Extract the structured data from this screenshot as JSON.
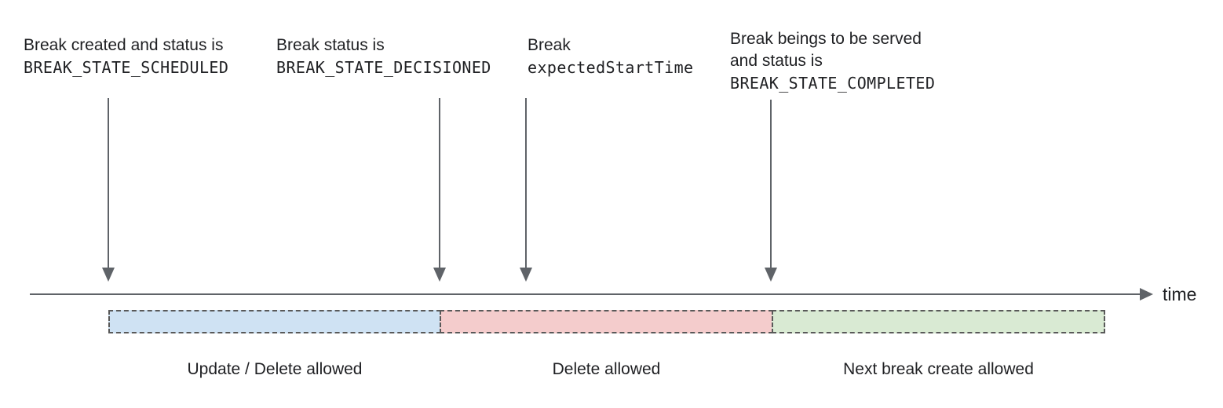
{
  "colors": {
    "background": "#ffffff",
    "text": "#202124",
    "arrow_line": "#5f6368",
    "segment_border": "#595959"
  },
  "annotations": [
    {
      "line1": "Break created and status is",
      "code": "BREAK_STATE_SCHEDULED"
    },
    {
      "line1": "Break status is",
      "code": "BREAK_STATE_DECISIONED"
    },
    {
      "line1": "Break",
      "code": "expectedStartTime"
    },
    {
      "line1": "Break beings to be served",
      "line2": "and status is",
      "code": "BREAK_STATE_COMPLETED"
    }
  ],
  "timeline": {
    "axis_label": "time"
  },
  "segments": [
    {
      "label": "Update / Delete allowed",
      "fill": "#cfe2f3"
    },
    {
      "label": "Delete allowed",
      "fill": "#f4cccc"
    },
    {
      "label": "Next break create allowed",
      "fill": "#d9ead3"
    }
  ]
}
